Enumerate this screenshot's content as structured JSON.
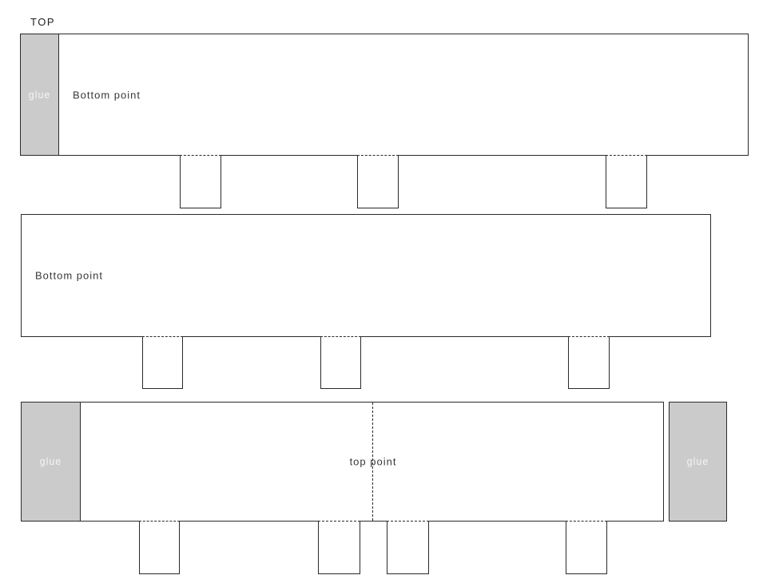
{
  "top_label": "TOP",
  "colors": {
    "background": "#ffffff",
    "line": "#2a2a2a",
    "glue_fill": "#cbcbcb",
    "glue_text": "#f4f4f4",
    "label_text": "#383838"
  },
  "strips": [
    {
      "label": "Bottom point",
      "glue_left_label": "glue"
    },
    {
      "label": "Bottom point"
    },
    {
      "label": "top point",
      "glue_left_label": "glue",
      "glue_right_label": "glue"
    }
  ]
}
